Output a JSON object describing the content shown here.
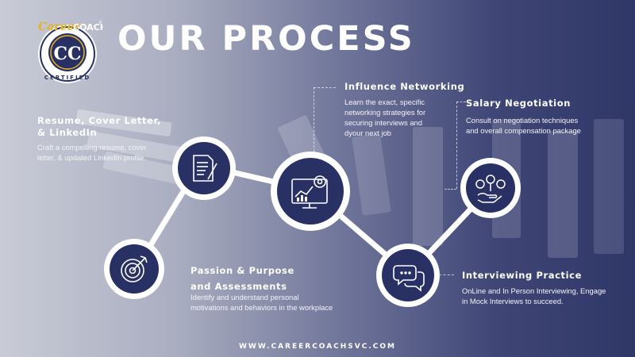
{
  "title": "OUR PROCESS",
  "logo": {
    "brand_career": "Career",
    "brand_coach": "COACH",
    "tm": "®",
    "monogram": "CC",
    "certified": "CERTIFIED"
  },
  "steps": [
    {
      "heading": "Passion & Purpose and Assessments",
      "description": "Identify and understand personal motivations and behaviors in the workplace",
      "icon": "target-arrow-icon"
    },
    {
      "heading": "Resume, Cover Letter, & LinkedIn",
      "description": "Craft a compelling resume, cover letter, & updated LinkedIn profile.",
      "icon": "document-pen-icon"
    },
    {
      "heading": "Influence Networking",
      "description": "Learn the exact, specific networking strategies for securing interviews and dyour next job",
      "icon": "monitor-gear-chart-icon"
    },
    {
      "heading": "Interviewing Practice",
      "description": "OnLine and In Person Interviewing, Engage in Mock Interviews to succeed.",
      "icon": "chat-bubbles-icon"
    },
    {
      "heading": "Salary Negotiation",
      "description": "Consult on negotiation techniques and overall compensation package",
      "icon": "hand-coins-icon"
    }
  ],
  "footer": "WWW.CAREERCOACHSVC.COM",
  "colors": {
    "navy": "#283064",
    "gold": "#e7b421",
    "white": "#ffffff"
  }
}
